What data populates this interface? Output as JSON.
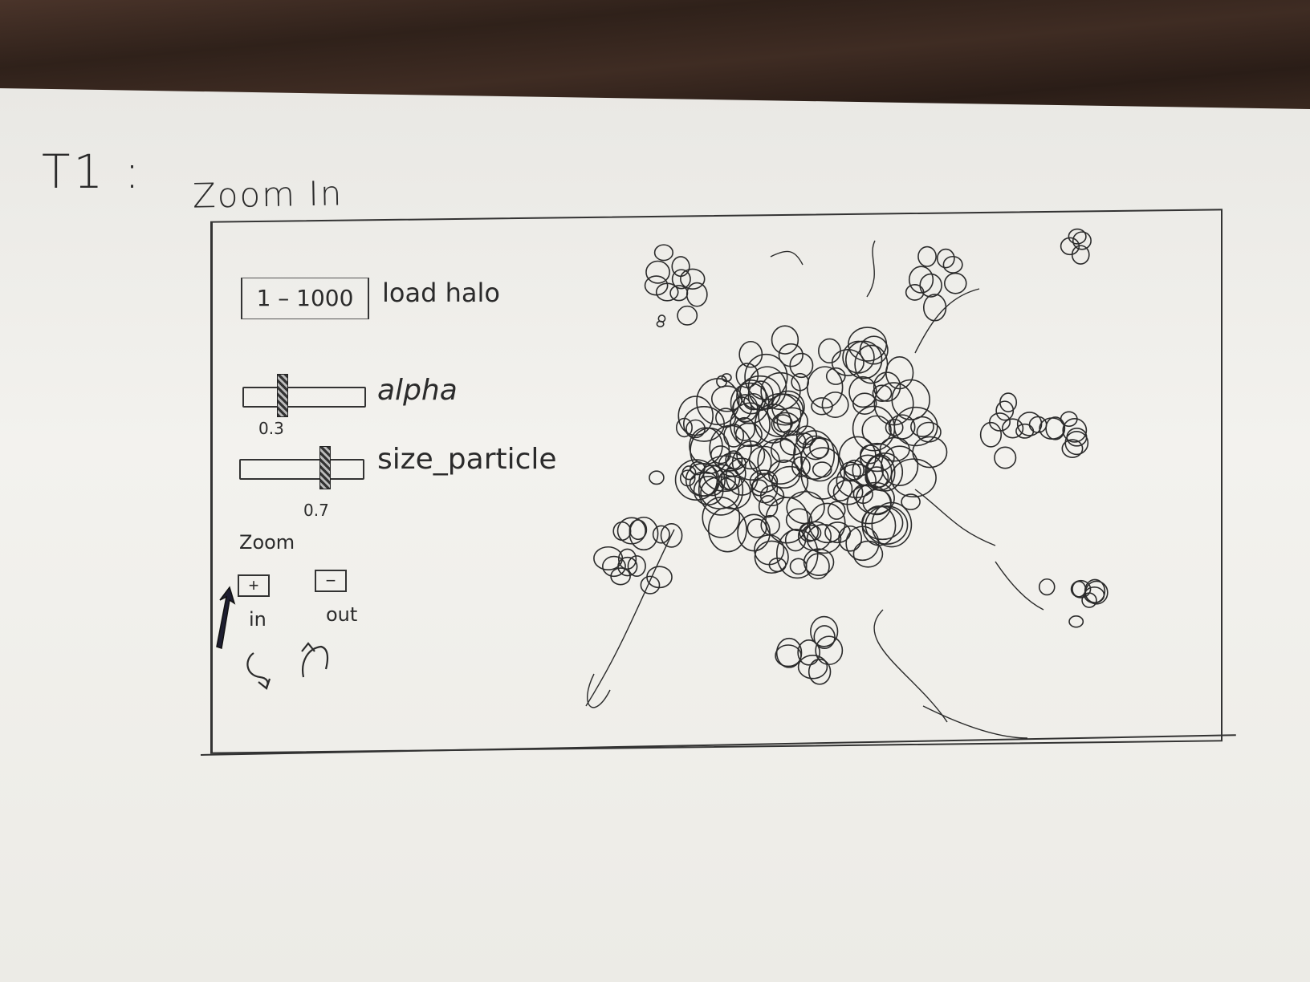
{
  "page": {
    "label": "T1 :",
    "title": "Zoom In"
  },
  "controls": {
    "range_value": "1 – 1000",
    "load_label": "load halo",
    "alpha": {
      "label": "alpha",
      "value": 0.3,
      "value_text": "0.3"
    },
    "size": {
      "label": "size_particle",
      "value": 0.7,
      "value_text": "0.7"
    },
    "zoom": {
      "label": "Zoom",
      "in_symbol": "+",
      "out_symbol": "−",
      "in_label": "in",
      "out_label": "out"
    }
  },
  "icons": [
    "cursor-icon",
    "undo-icon",
    "redo-icon"
  ],
  "colors": {
    "ink": "#2b2b2b",
    "paper": "#efeee9",
    "desk": "#3b2a21"
  }
}
